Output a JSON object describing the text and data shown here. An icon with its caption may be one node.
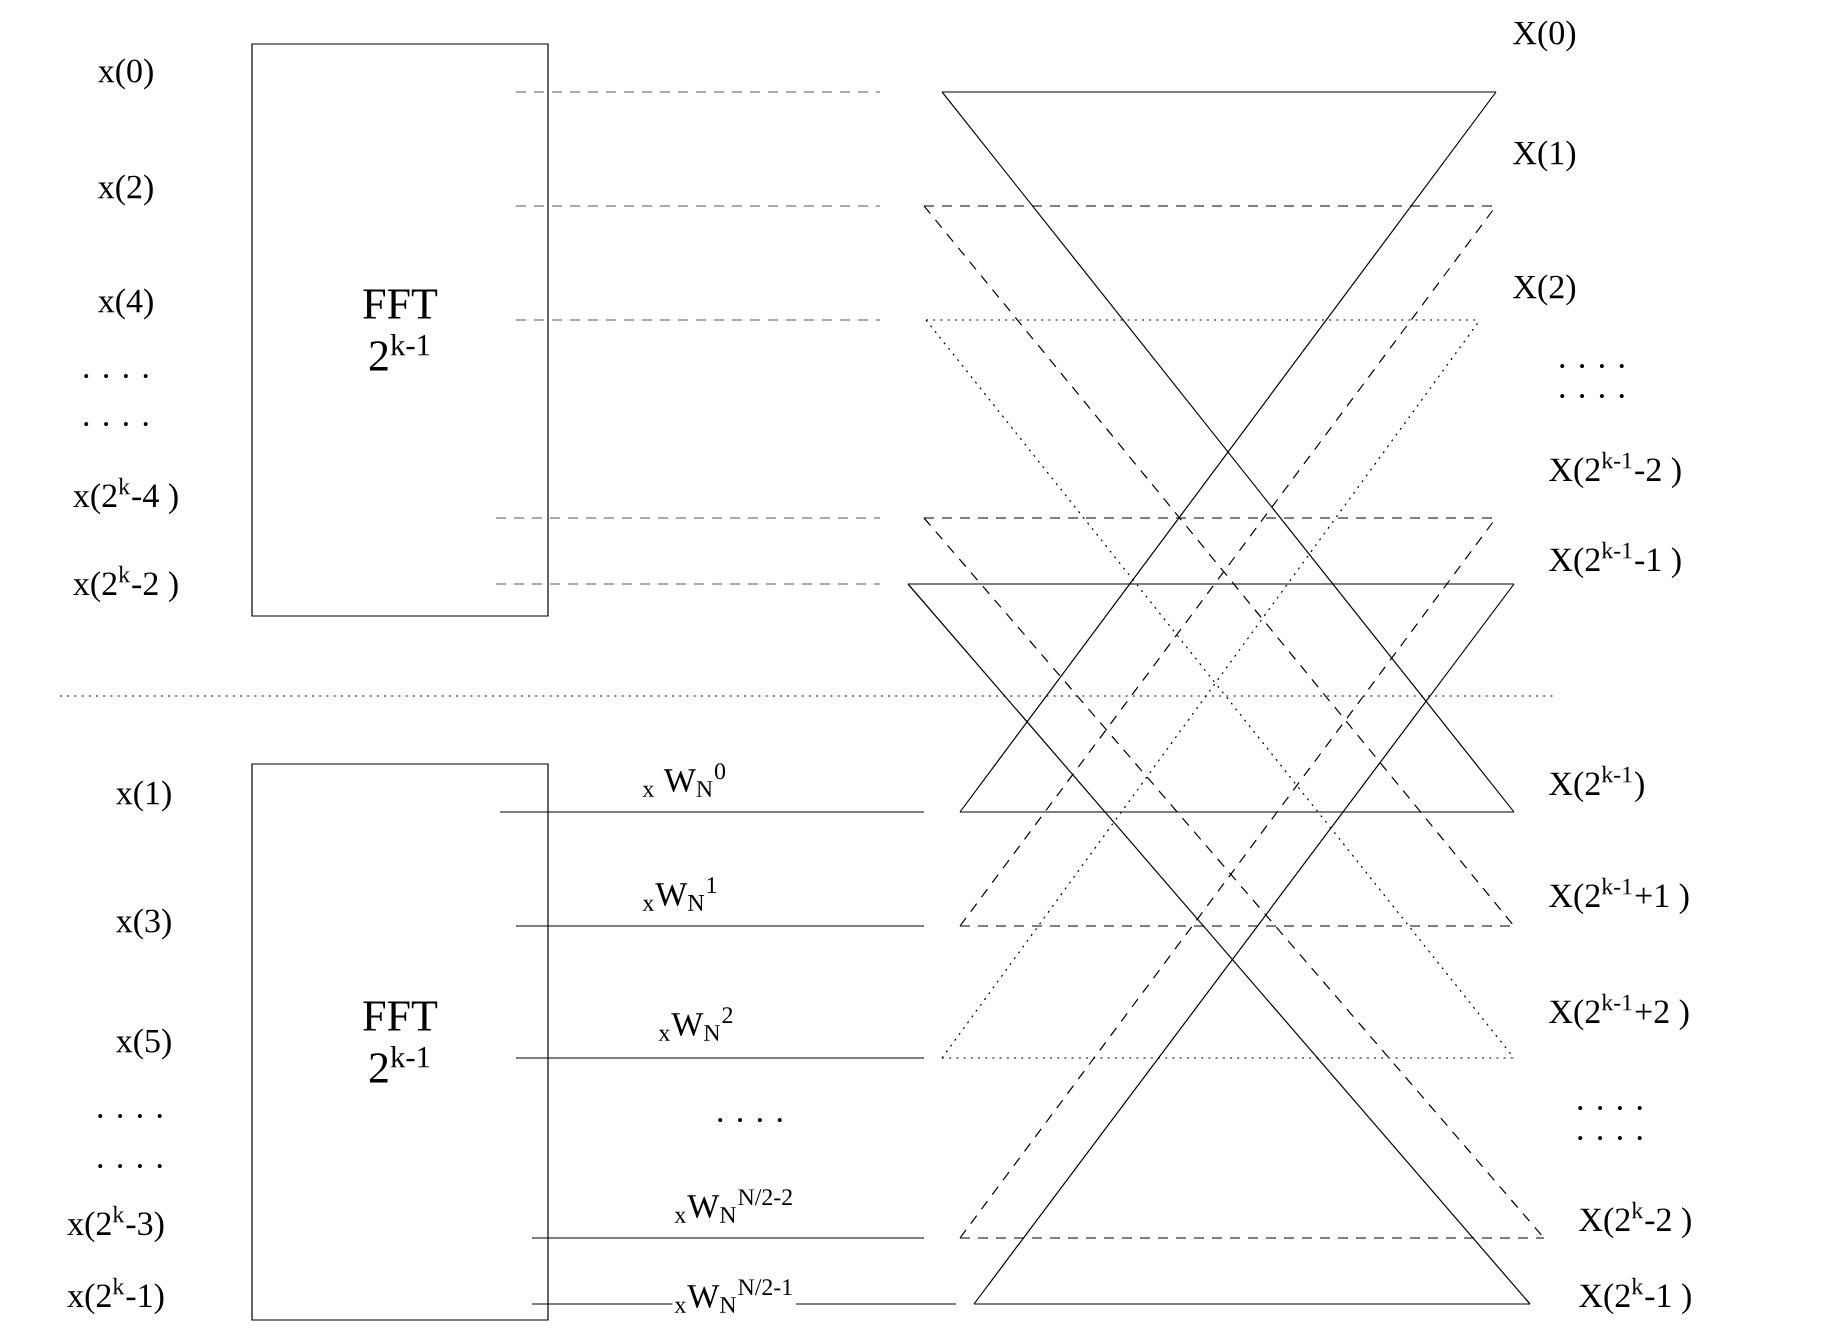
{
  "diagram": {
    "nodes": [
      {
        "text": [
          "FFT 2$^{k-1}$"
        ]
      },
      {
        "text": [
          "FFT 2$^{k-1}$"
        ]
      }
    ],
    "labels": [
      "x(0)",
      "x(2)",
      "x(4)",
      ". . . .",
      ". . . .",
      "x(2$^{k}$-4 )",
      "x(2$^{k}$-2 )",
      "x(1)",
      "x(3)",
      "x(5)",
      ". . . .",
      ". . . .",
      "x(2$^{k}$-3)",
      "x(2$^{k}$-1)",
      "$_{x}$ W$_{N}$$^{0}$",
      "$_{x}$W$_{N}$$^{1}$",
      "$_{x}$W$_{N}$$^{2}$",
      ". . . .",
      "$_{x}$W$_{N}$$^{N/2-2}$",
      "$_{x}$W$_{N}$$^{N/2-1}$",
      "X(0)",
      "X(1)",
      "X(2)",
      ". . . .",
      ". . . .",
      "X(2$^{k-1}$-2 )",
      "X(2$^{k-1}$-1 )",
      "X(2$^{k-1}$)",
      "X(2$^{k-1}$+1 )",
      "X(2$^{k-1}$+2 )",
      ". . . .",
      ". . . .",
      "X(2$^{k}$-2 )",
      "X(2$^{k}$-1 )"
    ]
  }
}
